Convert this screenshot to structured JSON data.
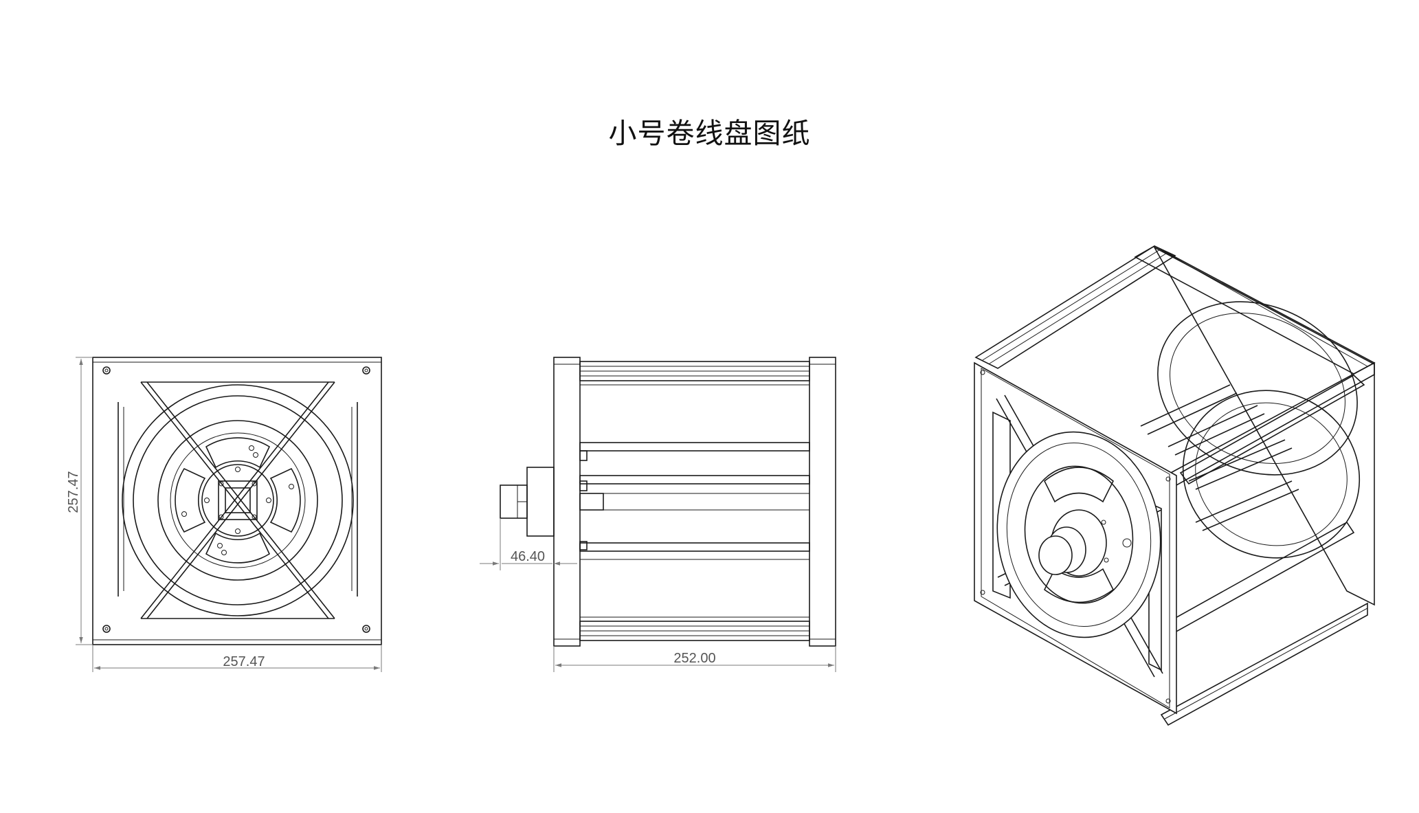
{
  "title": "小号卷线盘图纸",
  "views": {
    "front": {
      "dim_width": "257.47",
      "dim_height": "257.47"
    },
    "side": {
      "dim_width": "252.00",
      "dim_shaft": "46.40"
    },
    "iso": {}
  },
  "colors": {
    "line": "#1a1a1a",
    "dimension": "#7a7a7a",
    "background": "#ffffff"
  }
}
